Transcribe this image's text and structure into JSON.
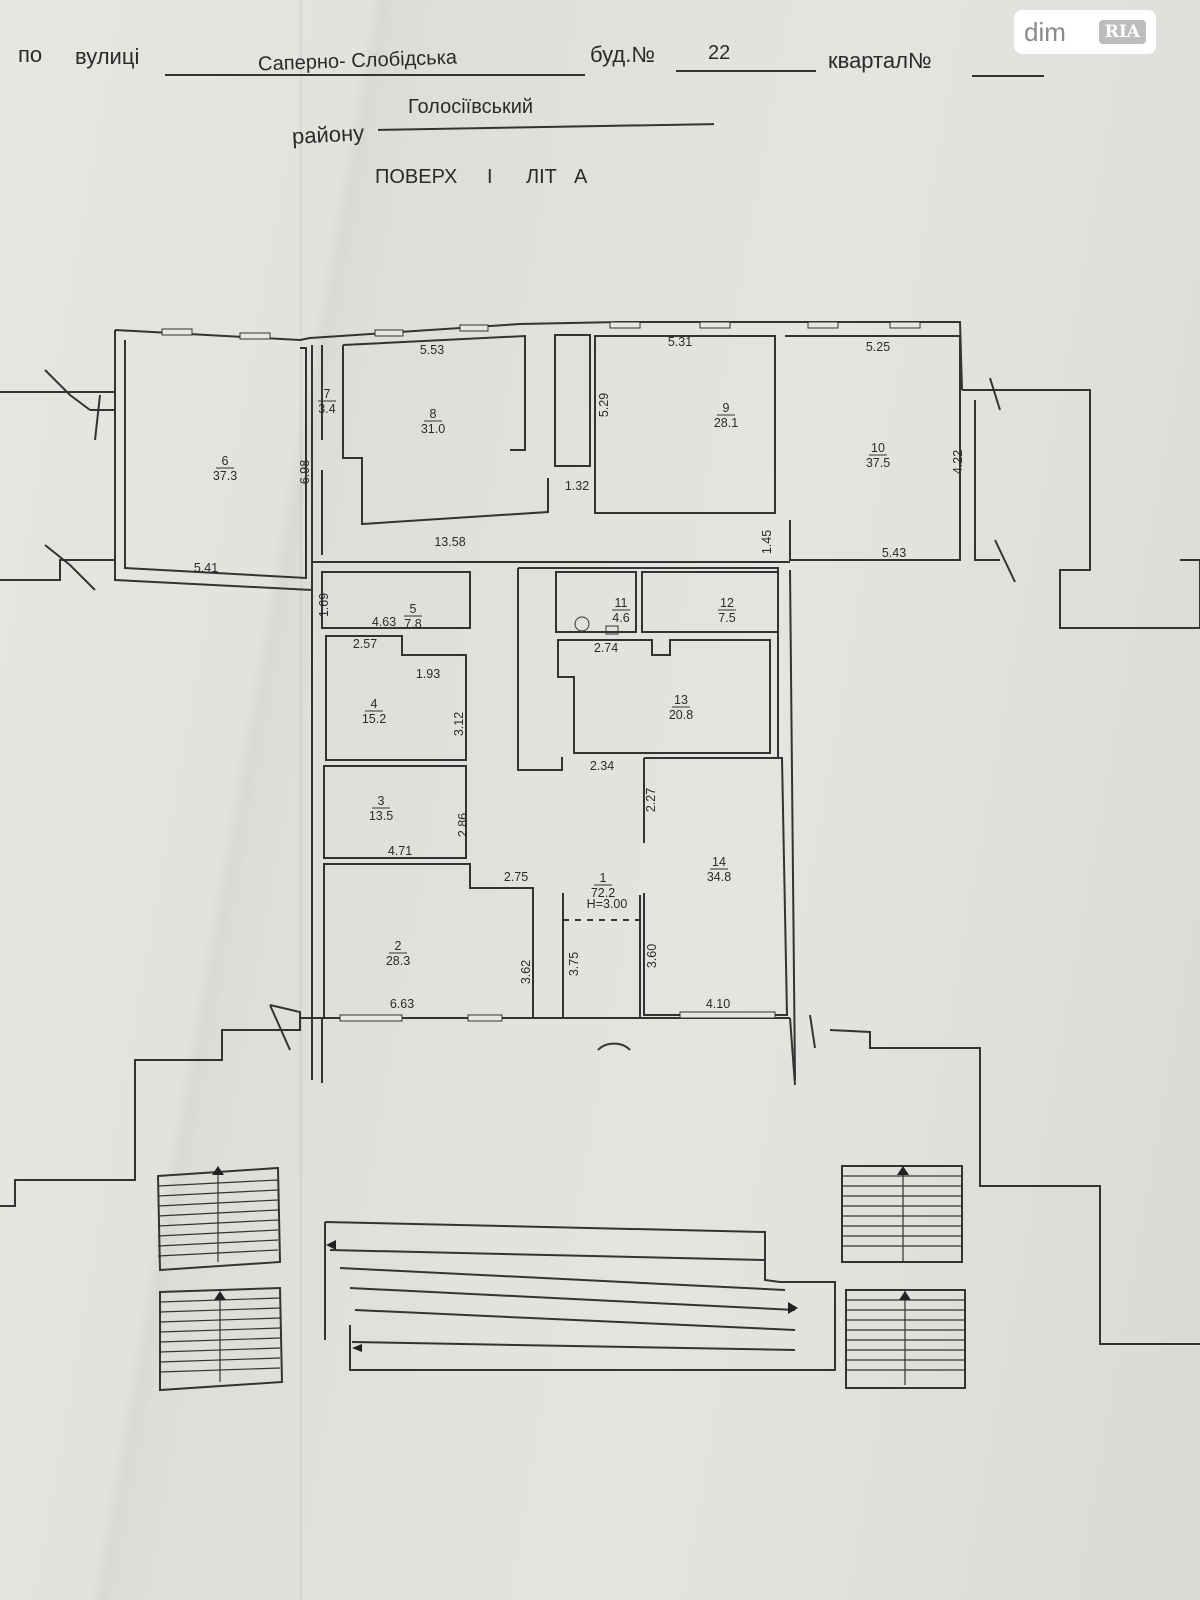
{
  "header": {
    "street_prefix": "по",
    "street_label": "вулиці",
    "street_value": "Саперно- Слобідська",
    "building_label": "буд.№",
    "building_value": "22",
    "block_label": "квартал№",
    "district_label": "району",
    "district_value": "Голосіївський",
    "floor_label": "ПОВЕРХ",
    "floor_value": "І",
    "letter_label": "ЛІТ",
    "letter_value": "А"
  },
  "watermark": {
    "left": "dim",
    "right": "RIA"
  },
  "rooms": [
    {
      "id": "room-1",
      "number": "1",
      "area": "72.2"
    },
    {
      "id": "room-2",
      "number": "2",
      "area": "28.3"
    },
    {
      "id": "room-3",
      "number": "3",
      "area": "13.5"
    },
    {
      "id": "room-4",
      "number": "4",
      "area": "15.2"
    },
    {
      "id": "room-5",
      "number": "5",
      "area": "7.8"
    },
    {
      "id": "room-6",
      "number": "6",
      "area": "37.3"
    },
    {
      "id": "room-7",
      "number": "7",
      "area": "3.4"
    },
    {
      "id": "room-8",
      "number": "8",
      "area": "31.0"
    },
    {
      "id": "room-9",
      "number": "9",
      "area": "28.1"
    },
    {
      "id": "room-10",
      "number": "10",
      "area": "37.5"
    },
    {
      "id": "room-11",
      "number": "11",
      "area": "4.6"
    },
    {
      "id": "room-12",
      "number": "12",
      "area": "7.5"
    },
    {
      "id": "room-13",
      "number": "13",
      "area": "20.8"
    },
    {
      "id": "room-14",
      "number": "14",
      "area": "34.8"
    }
  ],
  "dimensions": [
    "5.53",
    "5.31",
    "5.25",
    "5.29",
    "6.98",
    "13.58",
    "1.32",
    "4.22",
    "1.45",
    "5.41",
    "5.43",
    "1.69",
    "4.63",
    "2.57",
    "1.93",
    "3.12",
    "2.74",
    "2.34",
    "2.27",
    "2.86",
    "4.71",
    "2.75",
    "3.62",
    "3.75",
    "3.60",
    "6.63",
    "4.10"
  ],
  "height_note": "H=3.00"
}
